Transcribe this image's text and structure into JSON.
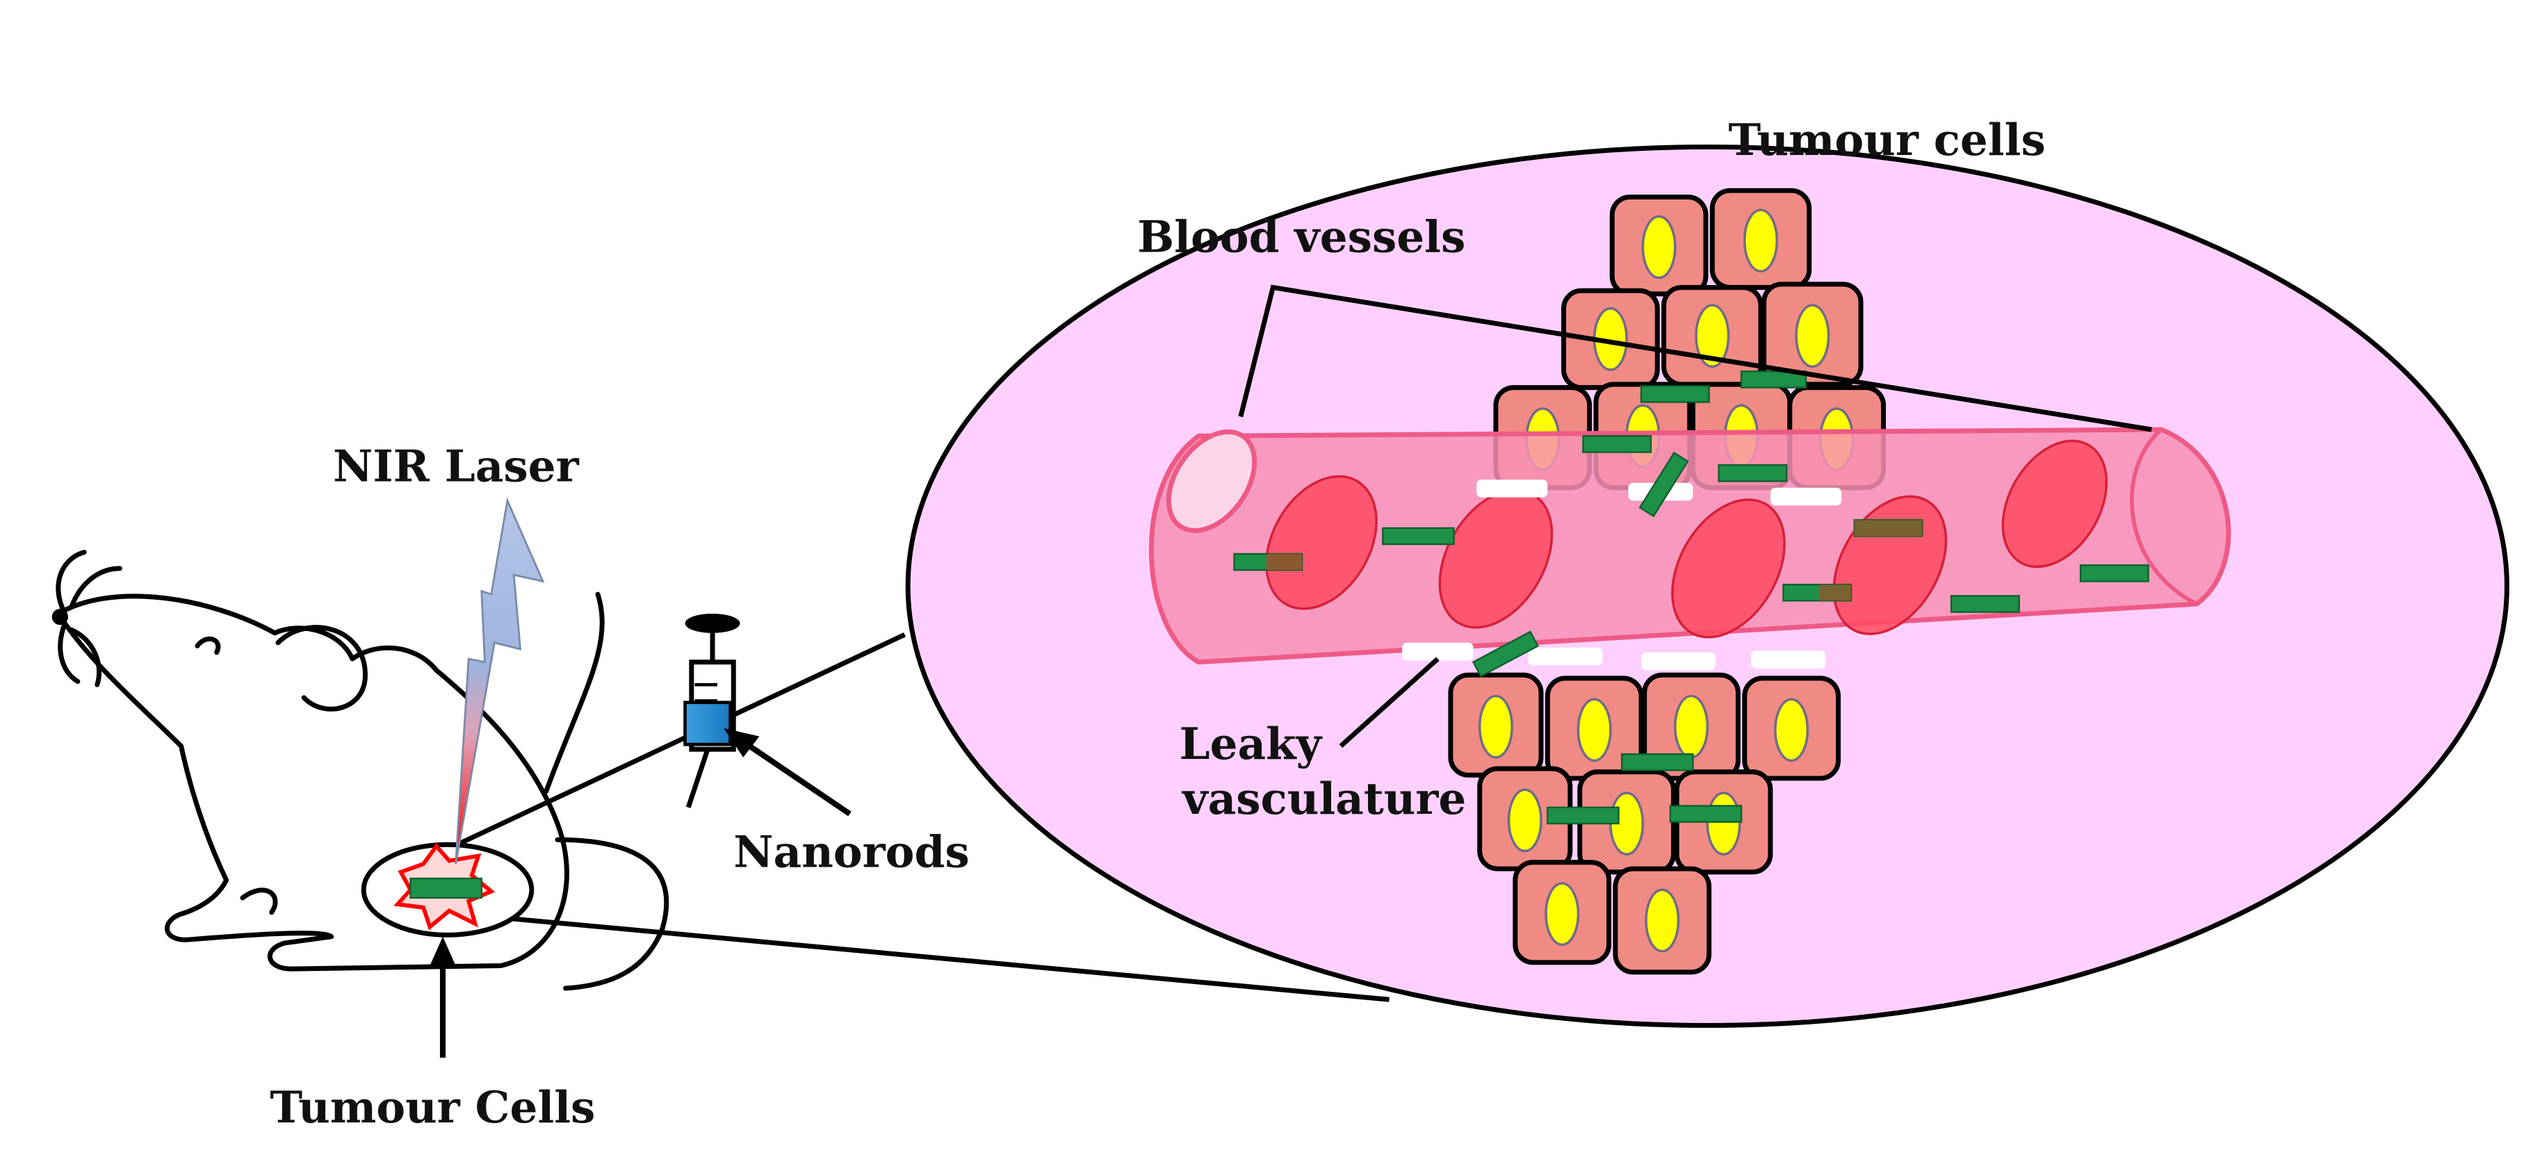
{
  "labels": {
    "tumour_cells_top": "Tumour cells",
    "blood_vessels": "Blood vessels",
    "nir_laser": "NIR Laser",
    "nanorods": "Nanorods",
    "leaky_line1": "Leaky",
    "leaky_line2": "vasculature",
    "tumour_cells_bottom": "Tumour Cells"
  },
  "colors": {
    "zoom_background": "#ffd0ff",
    "vessel": "#f790b4",
    "vessel_outline": "#ee5a86",
    "red_blood_cell": "#ff4a62",
    "tumour_cell": "#f08a84",
    "nucleus": "#ffff00",
    "nanorod": "#1d9148",
    "nanorod_in_cell": "#8a5a2e",
    "gap": "#ffffff"
  },
  "icons": {
    "mouse": "mouse-icon",
    "syringe": "syringe-icon",
    "laser": "lightning-bolt-icon"
  }
}
